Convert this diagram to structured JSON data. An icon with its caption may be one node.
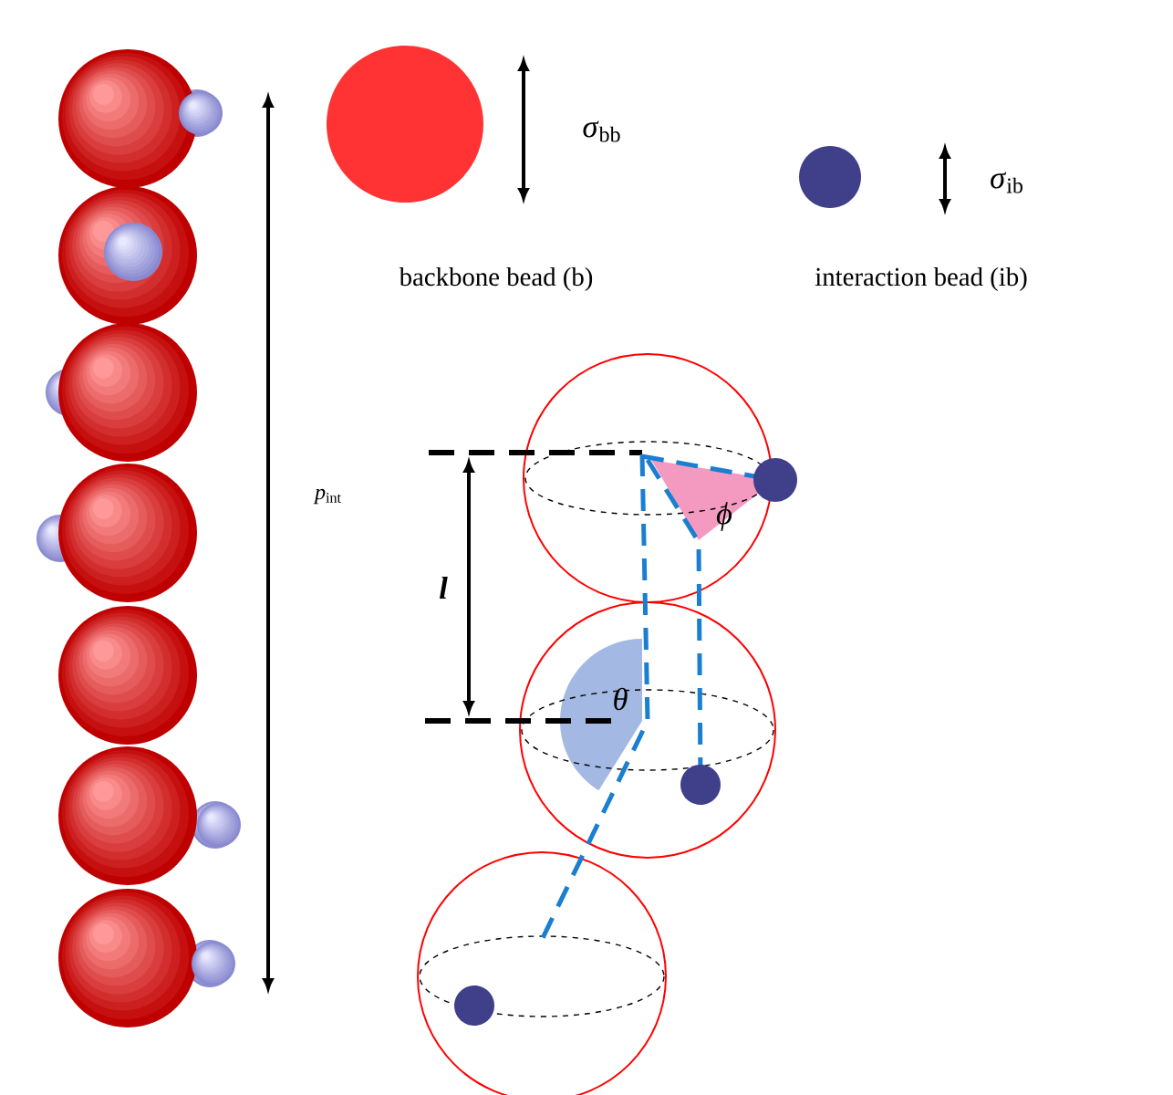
{
  "diagram": {
    "labels": [
      "*σ*$_{bb}$",
      "*σ*$_{ib}$",
      "backbone bead (b)",
      "interaction bead (ib)",
      "*p*$_{int}$",
      "l",
      "ϕ",
      "θ"
    ]
  }
}
